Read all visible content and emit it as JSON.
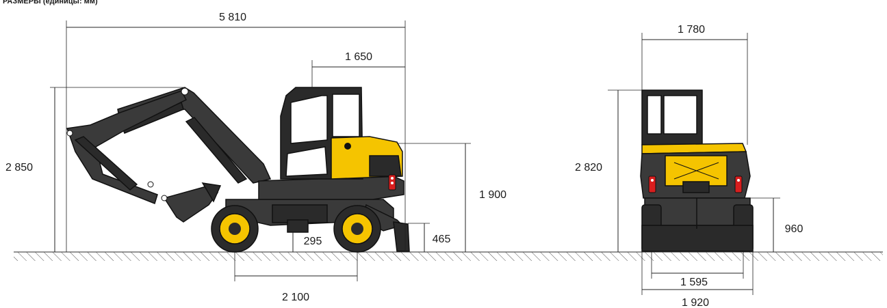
{
  "title": "РАЗМЕРЫ (единицы: мм)",
  "side_view": {
    "overall_length": "5 810",
    "rear_overhang": "1 650",
    "transport_height": "2 850",
    "cab_height": "1 900",
    "blade_height": "465",
    "ground_clearance": "295",
    "wheelbase": "2 100"
  },
  "rear_view": {
    "cab_width": "1 780",
    "overall_height": "2 820",
    "counterweight_clearance": "960",
    "track_width": "1 595",
    "overall_width": "1 920"
  },
  "colors": {
    "machine_body": "#3a3a3a",
    "accent_yellow": "#f5c400",
    "light_red": "#d81e1e"
  }
}
